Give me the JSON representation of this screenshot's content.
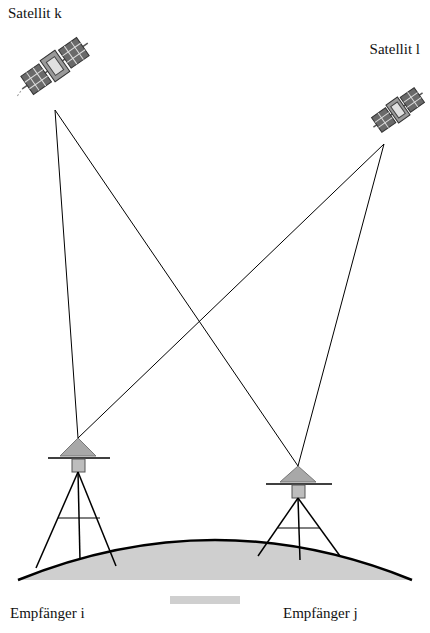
{
  "diagram": {
    "nodes": [
      {
        "text": [
          "Satellit k"
        ]
      },
      {
        "text": [
          "Satellit l"
        ]
      },
      {
        "text": [
          "Empfänger i"
        ]
      },
      {
        "text": [
          "Empfänger j"
        ]
      }
    ],
    "edges": [
      {
        "from": 0,
        "to": 2,
        "arrow": "none"
      },
      {
        "from": 0,
        "to": 3,
        "arrow": "none"
      },
      {
        "from": 1,
        "to": 2,
        "arrow": "none"
      },
      {
        "from": 1,
        "to": 3,
        "arrow": "none"
      }
    ]
  }
}
